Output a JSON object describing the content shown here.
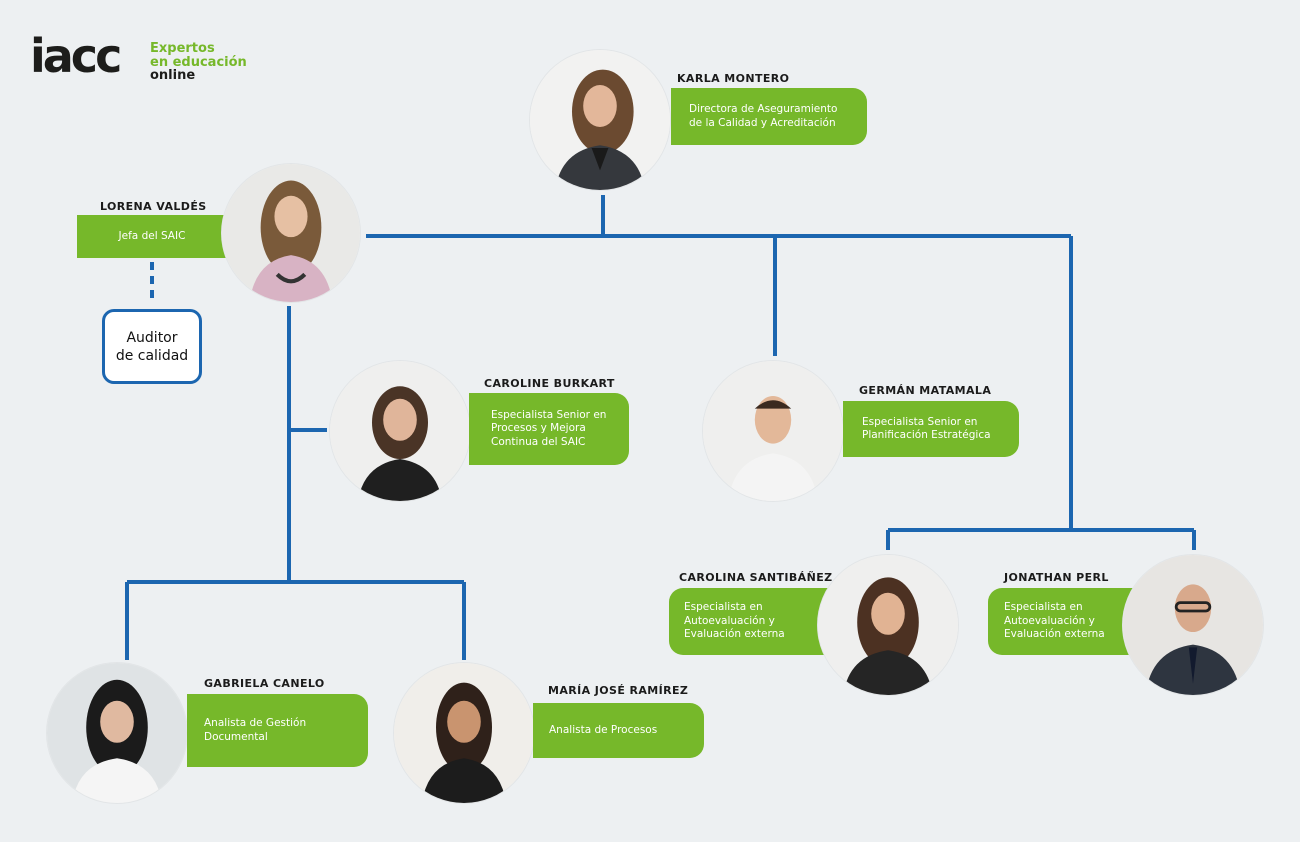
{
  "logo": {
    "mark": "iacc",
    "tagline_green": "Expertos\nen educación",
    "tagline_dark": "online"
  },
  "colors": {
    "background": "#edf0f2",
    "connector": "#1c66b0",
    "role_box": "#76b82a",
    "role_text": "#ffffff"
  },
  "people": {
    "karla": {
      "name": "KARLA MONTERO",
      "role": "Directora de Aseguramiento\nde la Calidad y Acreditación"
    },
    "lorena": {
      "name": "LORENA VALDÉS",
      "role": "Jefa del SAIC"
    },
    "caroline": {
      "name": "CAROLINE BURKART",
      "role": "Especialista Senior en\nProcesos y Mejora\nContinua del SAIC"
    },
    "german": {
      "name": "GERMÁN MATAMALA",
      "role": "Especialista Senior en\nPlanificación Estratégica"
    },
    "carolina": {
      "name": "CAROLINA SANTIBÁÑEZ",
      "role": "Especialista en\nAutoevaluación y\nEvaluación externa"
    },
    "jonathan": {
      "name": "JONATHAN PERL",
      "role": "Especialista en\nAutoevaluación y\nEvaluación externa"
    },
    "gabriela": {
      "name": "GABRIELA CANELO",
      "role": "Analista de Gestión\nDocumental"
    },
    "maria": {
      "name": "MARÍA JOSÉ RAMÍREZ",
      "role": "Analista de Procesos"
    }
  },
  "auditor": {
    "label": "Auditor\nde calidad"
  }
}
